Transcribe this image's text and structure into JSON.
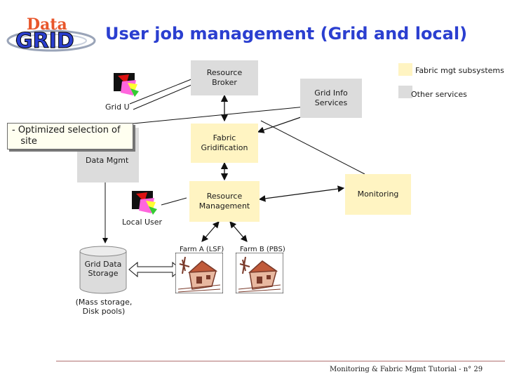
{
  "logo": {
    "top_text": "Data",
    "bottom_text": "GRID",
    "top_color": "#e8562b",
    "bottom_color": "#2b3fd0"
  },
  "title": "User job management (Grid and local)",
  "legend": {
    "fabric": "Fabric mgt subsystems",
    "other": "Other services"
  },
  "nodes": {
    "resource_broker": "Resource\nBroker",
    "grid_info": "Grid Info\nServices",
    "fabric_gridification": "Fabric\nGridification",
    "resource_management": "Resource\nManagement",
    "monitoring": "Monitoring",
    "data_mgmt": "Data Mgmt"
  },
  "labels": {
    "grid_user": "Grid U",
    "local_user": "Local User",
    "farm_a": "Farm A (LSF)",
    "farm_b": "Farm B (PBS)",
    "grid_data_storage": "Grid Data\nStorage",
    "storage_note": "(Mass storage,\nDisk pools)"
  },
  "tooltip": "- Optimized selection of\n   site",
  "footer": "Monitoring & Fabric Mgmt Tutorial - n° 29",
  "colors": {
    "fabric": "#fff4c2",
    "other": "#dcdcdc",
    "title": "#2b3fd0"
  }
}
